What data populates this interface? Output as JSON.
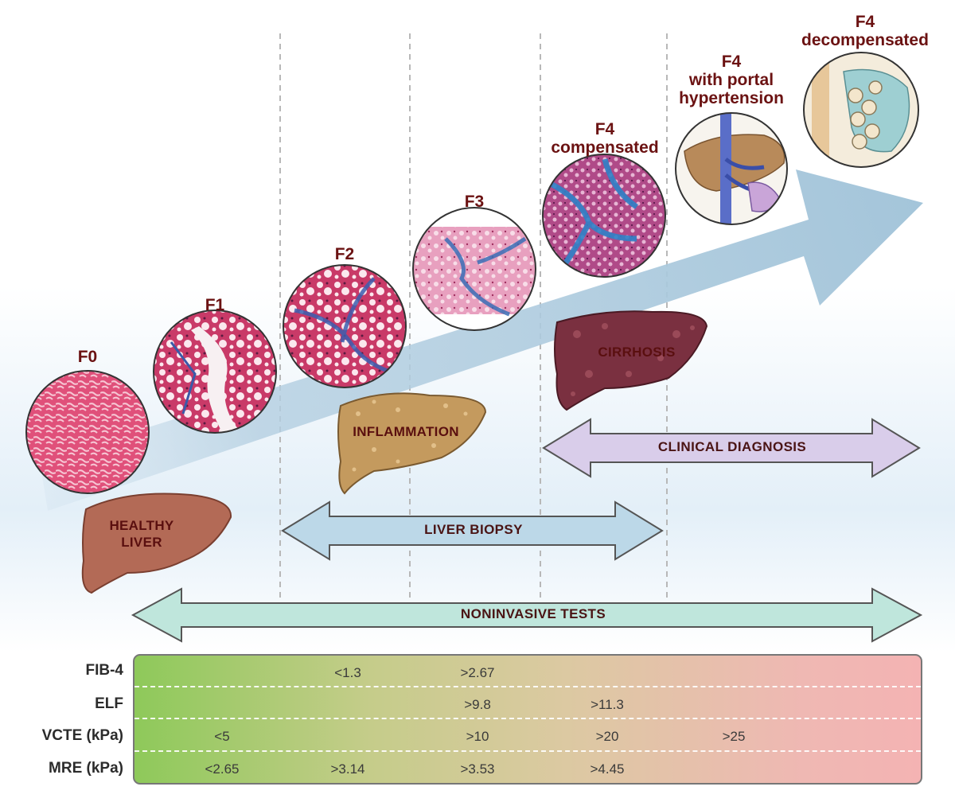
{
  "stages": [
    {
      "id": "f0",
      "label": "F0"
    },
    {
      "id": "f1",
      "label": "F1"
    },
    {
      "id": "f2",
      "label": "F2"
    },
    {
      "id": "f3",
      "label": "F3"
    },
    {
      "id": "f4c",
      "line1": "F4",
      "line2": "compensated"
    },
    {
      "id": "f4p",
      "line1": "F4",
      "line2": "with portal",
      "line3": "hypertension"
    },
    {
      "id": "f4d",
      "line1": "F4",
      "line2": "decompensated"
    }
  ],
  "organs": {
    "healthy_line1": "HEALTHY",
    "healthy_line2": "LIVER",
    "inflammation": "INFLAMMATION",
    "cirrhosis": "CIRRHOSIS"
  },
  "spans": {
    "clinical": "CLINICAL DIAGNOSIS",
    "biopsy": "LIVER BIOPSY",
    "noninvasive": "NONINVASIVE TESTS"
  },
  "scores": [
    {
      "label": "FIB-4",
      "cutoffs": [
        "",
        "<1.3",
        ">2.67",
        "",
        ""
      ]
    },
    {
      "label": "ELF",
      "cutoffs": [
        "",
        "",
        ">9.8",
        ">11.3",
        ""
      ]
    },
    {
      "label": "VCTE (kPa)",
      "cutoffs": [
        "<5",
        "",
        ">10",
        ">20",
        ">25"
      ]
    },
    {
      "label": "MRE (kPa)",
      "cutoffs": [
        "<2.65",
        ">3.14",
        ">3.53",
        ">4.45",
        ""
      ]
    }
  ],
  "colors": {
    "stage_text": "#6b1212",
    "progression_arrow": "#a8c8dc",
    "clinical_arrow": "#d9cdea",
    "biopsy_arrow": "#bcd8e8",
    "noninvasive_arrow": "#bfe6dc",
    "healthy_liver": "#b36a56",
    "inflamed_liver": "#c49a5e",
    "cirrhotic_liver": "#7a3040"
  }
}
